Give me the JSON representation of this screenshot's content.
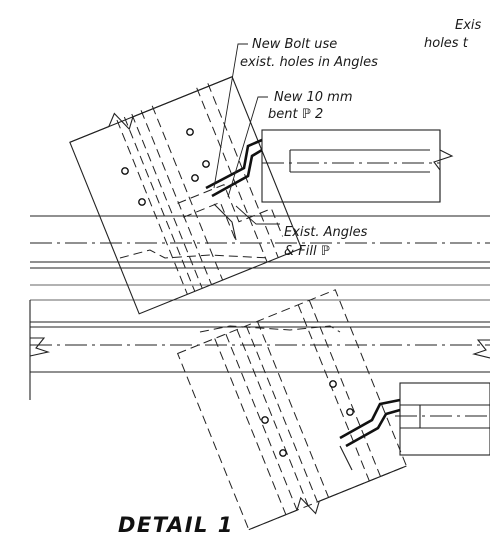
{
  "title": "DETAIL 1",
  "labels": {
    "existing_holes_top": "Exis",
    "existing_holes_bottom": "holes t",
    "new_bolt_1": "New Bolt use",
    "new_bolt_2": "exist. holes in Angles",
    "new_plate_1": "New 10 mm",
    "new_plate_2": "bent ℙ 2",
    "exist_angles_1": "Exist. Angles",
    "exist_angles_2": "& Fill ℙ"
  }
}
